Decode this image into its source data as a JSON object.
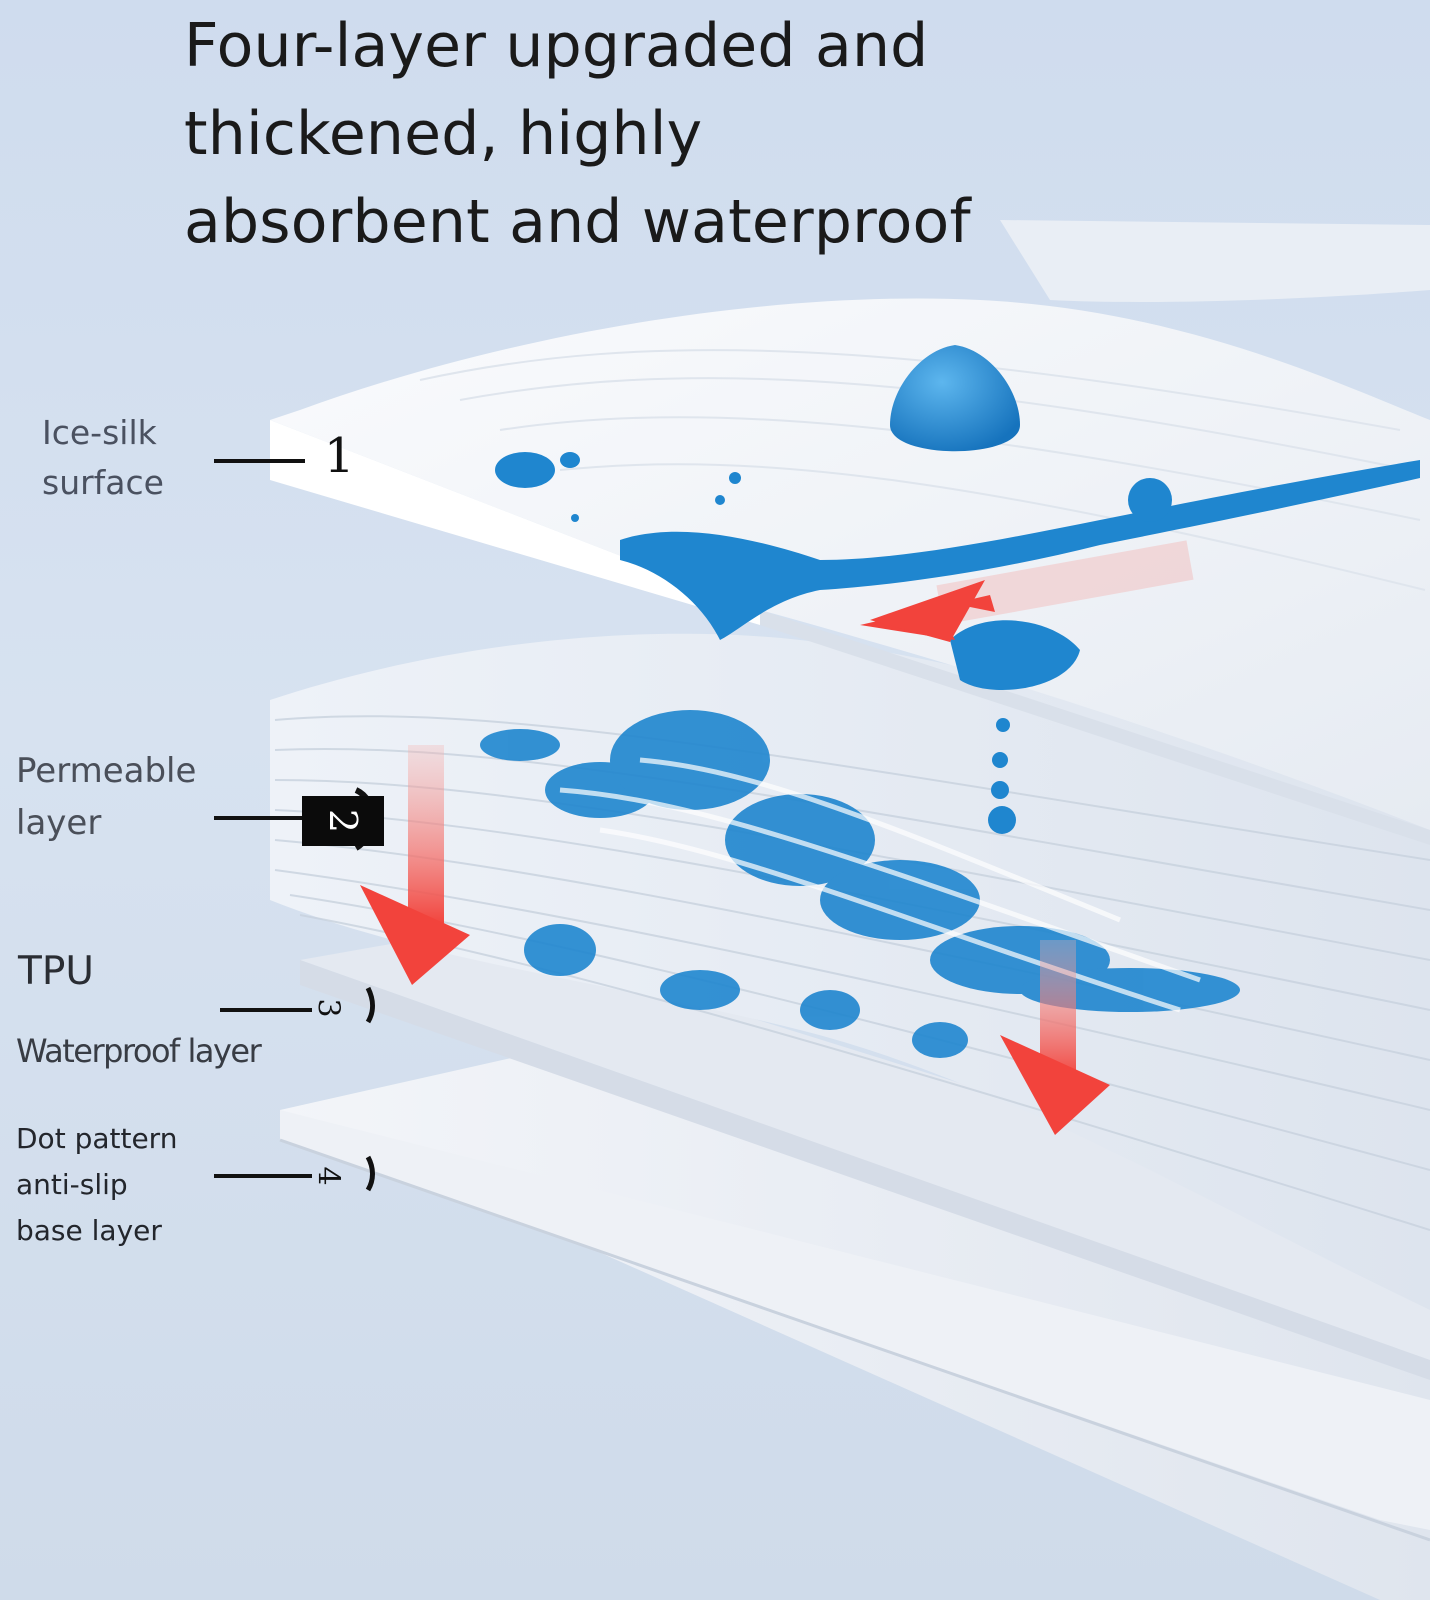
{
  "headline": {
    "line1": "Four-layer upgraded and",
    "line2": "thickened, highly",
    "line3": "absorbent and waterproof"
  },
  "layers": [
    {
      "number": "1",
      "label_line1": "Ice-silk",
      "label_line2": "surface"
    },
    {
      "number": "2",
      "label_line1": "Permeable",
      "label_line2": "layer"
    },
    {
      "number": "3",
      "label_title": "TPU",
      "label_line1": "Waterproof layer"
    },
    {
      "number": "4",
      "label_line1": "Dot pattern",
      "label_line2": "anti-slip",
      "label_line3": "base layer"
    }
  ],
  "colors": {
    "background": "#d3dfee",
    "layer_sheet": "#f4f6fa",
    "liquid": "#1f86cf",
    "flow_arrow": "#f2433c",
    "text": "#1a1a1a"
  }
}
